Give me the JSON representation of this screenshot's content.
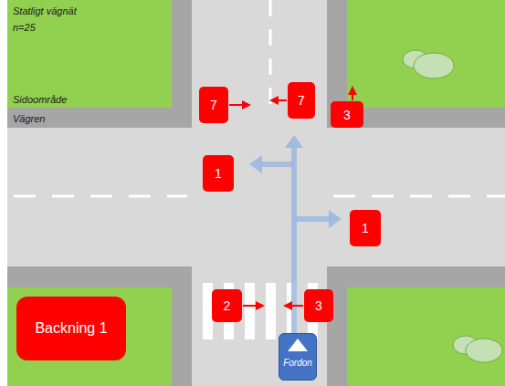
{
  "diagram": {
    "nodes": [
      {
        "text": [
          "7"
        ]
      },
      {
        "text": [
          "7"
        ]
      },
      {
        "text": [
          "3"
        ]
      },
      {
        "text": [
          "1"
        ]
      },
      {
        "text": [
          "1"
        ]
      },
      {
        "text": [
          "2"
        ]
      },
      {
        "text": [
          "3"
        ]
      },
      {
        "text": [
          "Backning 1"
        ]
      },
      {
        "text": [
          "Fordon"
        ]
      }
    ],
    "labels": [
      "Statligt vägnät",
      "n=25",
      "Sidoområde",
      "Vägren"
    ]
  }
}
